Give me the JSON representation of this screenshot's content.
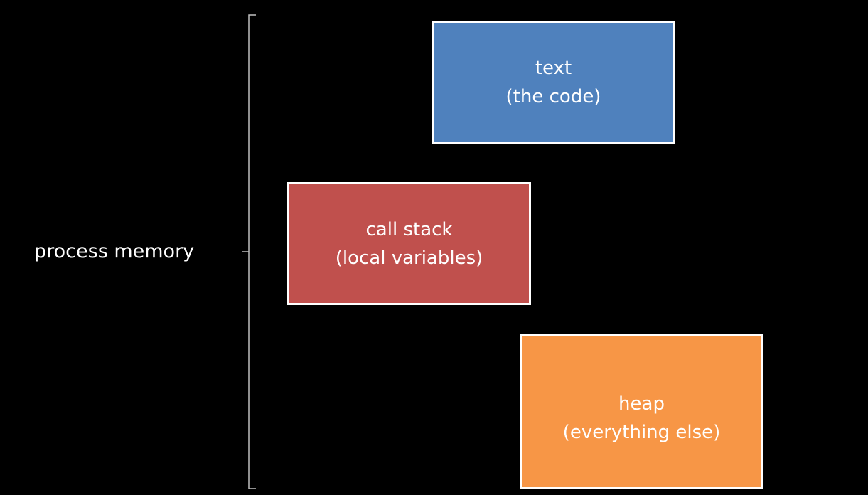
{
  "diagram": {
    "group_label": "process memory",
    "segments": [
      {
        "title": "text",
        "subtitle": "(the code)",
        "color": "#4f81bd"
      },
      {
        "title": "call stack",
        "subtitle": "(local variables)",
        "color": "#c0504d"
      },
      {
        "title": "heap",
        "subtitle": "(everything else)",
        "color": "#f79646"
      }
    ]
  }
}
